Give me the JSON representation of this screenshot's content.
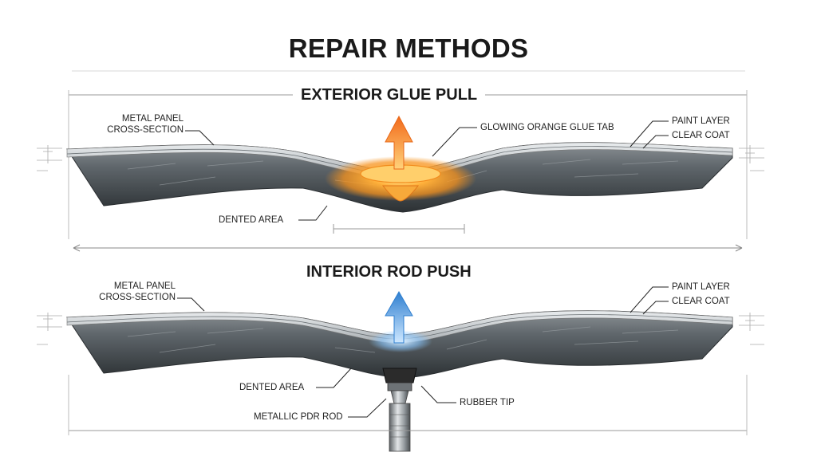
{
  "title": "REPAIR METHODS",
  "top": {
    "heading": "EXTERIOR GLUE PULL",
    "metal_panel_line1": "METAL PANEL",
    "metal_panel_line2": "CROSS-SECTION",
    "glue_tab": "GLOWING ORANGE GLUE TAB",
    "paint_layer": "PAINT LAYER",
    "clear_coat": "CLEAR COAT",
    "dented_area": "DENTED AREA"
  },
  "bottom": {
    "heading": "INTERIOR ROD PUSH",
    "metal_panel_line1": "METAL PANEL",
    "metal_panel_line2": "CROSS-SECTION",
    "paint_layer": "PAINT LAYER",
    "clear_coat": "CLEAR COAT",
    "dented_area": "DENTED AREA",
    "rubber_tip": "RUBBER TIP",
    "rod": "METALLIC PDR ROD"
  },
  "colors": {
    "glue_glow": "#f7931e",
    "push_arrow": "#4fa3e8",
    "panel_top": "#6e7479",
    "panel_bottom": "#2f3437"
  }
}
